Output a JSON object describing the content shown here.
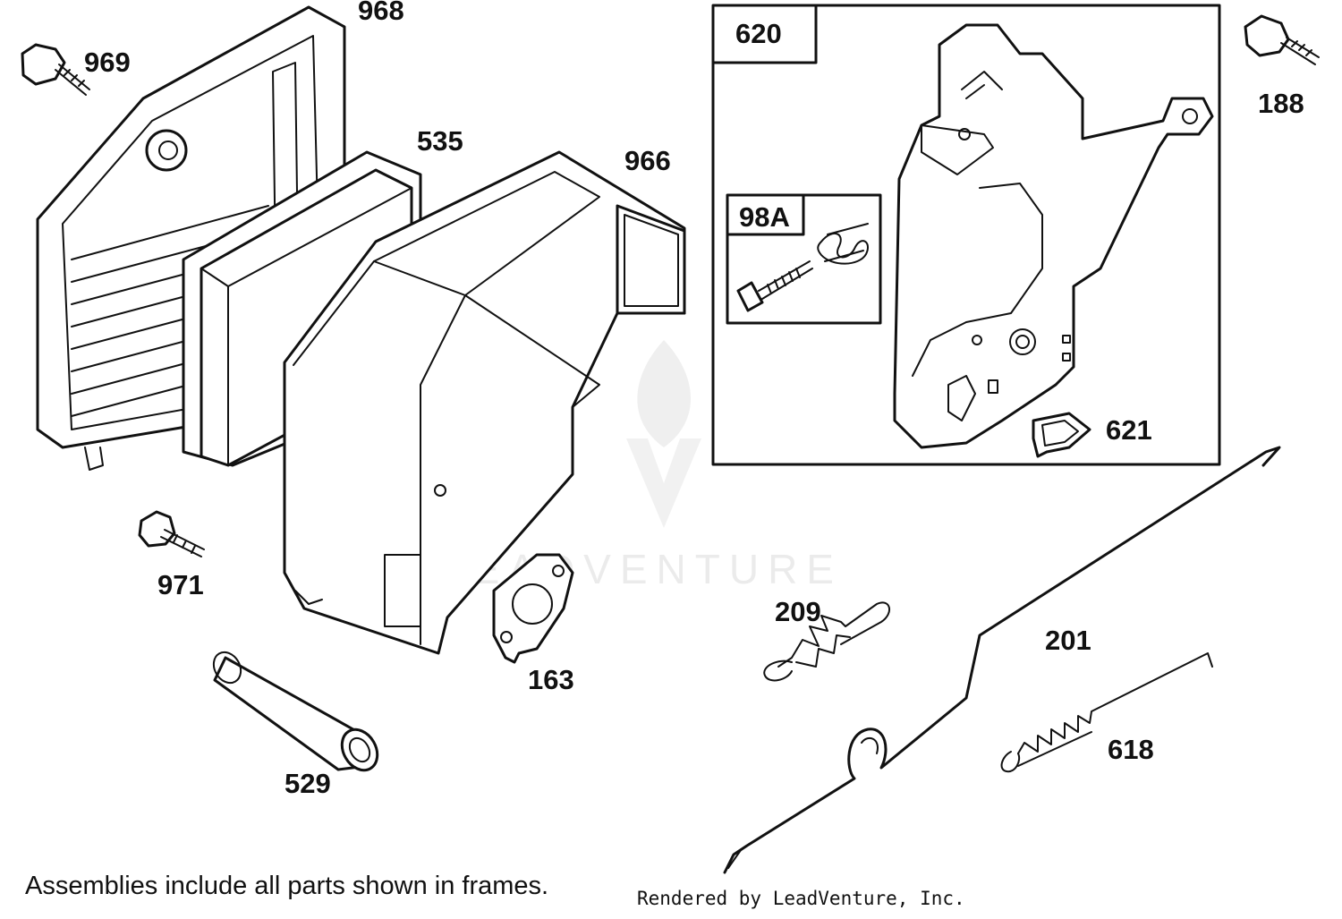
{
  "diagram": {
    "frame_labels": {
      "assembly": "620",
      "kit": "98A"
    },
    "parts": {
      "p968": "968",
      "p969": "969",
      "p535": "535",
      "p966": "966",
      "p620": "620",
      "p188": "188",
      "p98a": "98A",
      "p621": "621",
      "p971": "971",
      "p163": "163",
      "p529": "529",
      "p209": "209",
      "p201": "201",
      "p618": "618"
    },
    "watermark": "LEADVENTURE"
  },
  "footer": {
    "note": "Assemblies include all parts shown in frames.",
    "credit": "Rendered by LeadVenture, Inc."
  }
}
